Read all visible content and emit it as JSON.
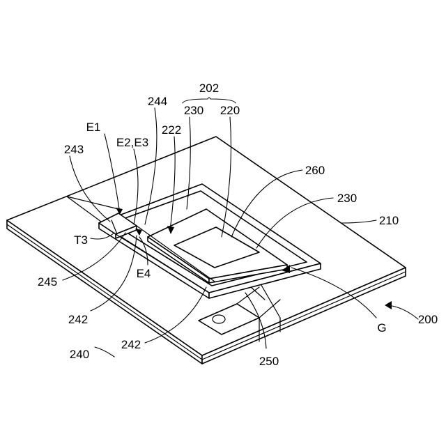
{
  "labels": {
    "l202": "202",
    "l230a": "230",
    "l220": "220",
    "l244": "244",
    "l222": "222",
    "lE1": "E1",
    "lE2E3": "E2,E3",
    "l243": "243",
    "l260": "260",
    "l230b": "230",
    "l210": "210",
    "lT3": "T3",
    "l245": "245",
    "lE4": "E4",
    "l242a": "242",
    "l242b": "242",
    "l240": "240",
    "l250": "250",
    "lG": "G",
    "l200": "200"
  }
}
